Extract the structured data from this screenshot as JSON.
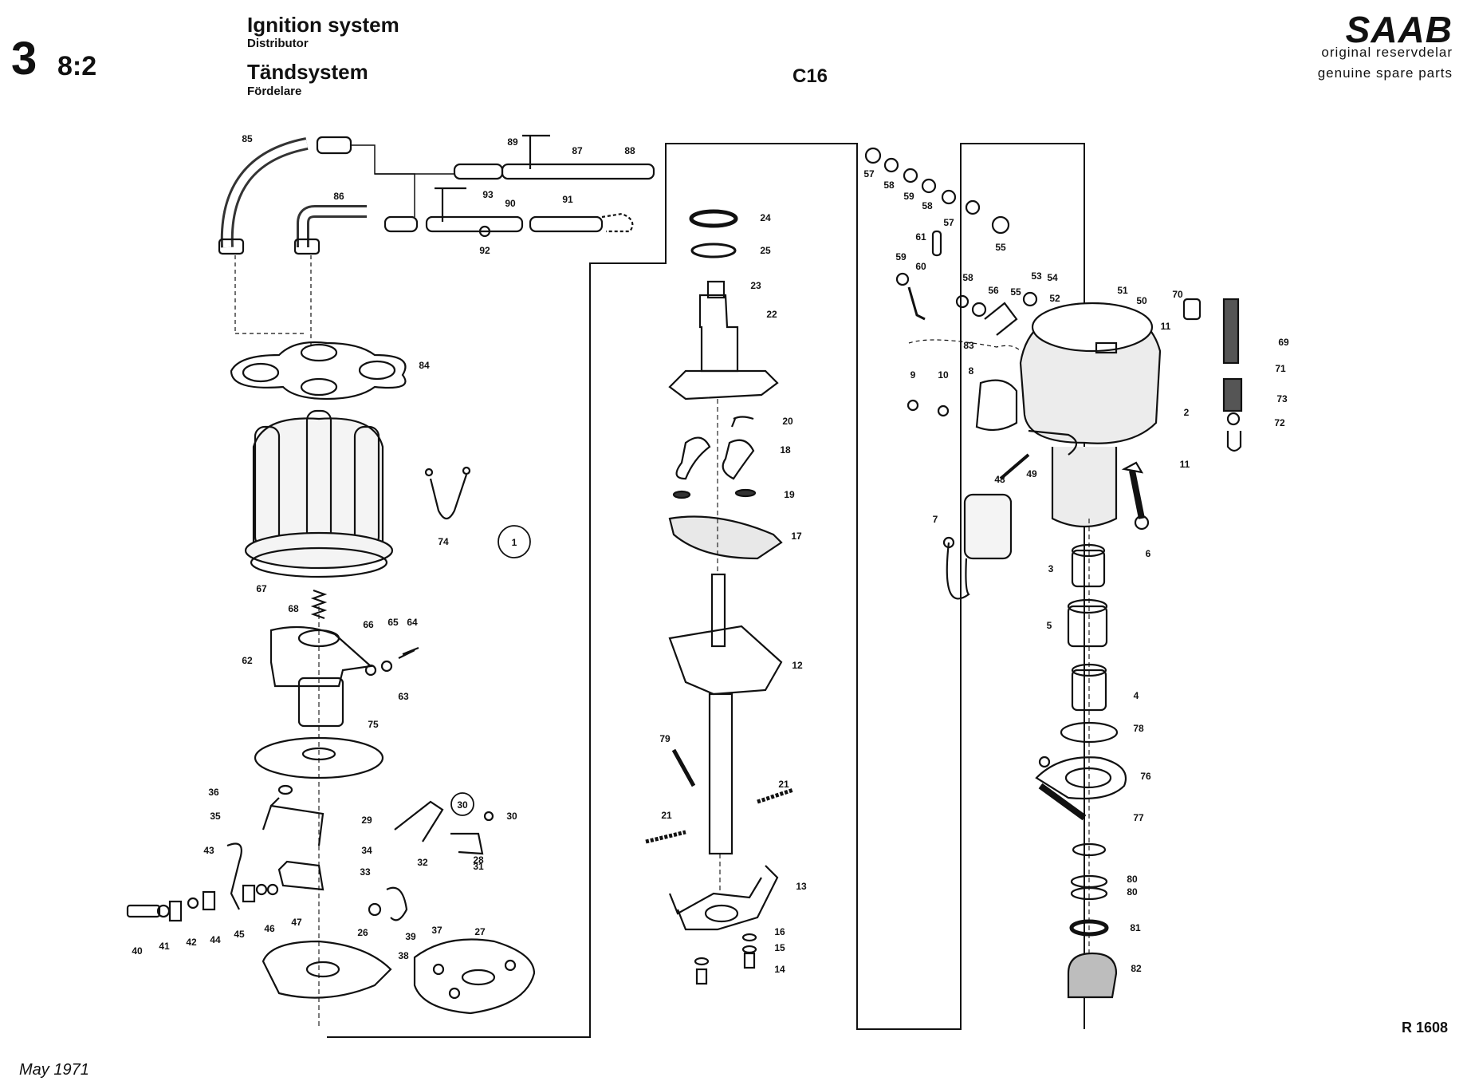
{
  "header": {
    "section_number": "3",
    "section_sub": "8:2",
    "title_en": "Ignition system",
    "subtitle_en": "Distributor",
    "title_sv": "Tändsystem",
    "subtitle_sv": "Fördelare",
    "model": "C16",
    "brand": "SAAB",
    "tagline_sv": "original reservdelar",
    "tagline_en": "genuine spare parts"
  },
  "footer": {
    "reference": "R 1608",
    "date": "May 1971"
  },
  "diagram": {
    "group_marker": "1",
    "sub_marker_30": "30",
    "part_labels": [
      "85",
      "86",
      "87",
      "88",
      "89",
      "90",
      "91",
      "92",
      "93",
      "84",
      "67",
      "74",
      "68",
      "62",
      "66",
      "65",
      "64",
      "63",
      "75",
      "36",
      "35",
      "29",
      "30",
      "34",
      "33",
      "28",
      "32",
      "31",
      "43",
      "40",
      "41",
      "42",
      "44",
      "45",
      "46",
      "47",
      "26",
      "38",
      "39",
      "37",
      "27",
      "24",
      "25",
      "23",
      "22",
      "20",
      "18",
      "19",
      "17",
      "12",
      "79",
      "21",
      "21",
      "13",
      "16",
      "15",
      "14",
      "57",
      "58",
      "59",
      "58",
      "57",
      "55",
      "61",
      "59",
      "60",
      "58",
      "56",
      "55",
      "53",
      "54",
      "52",
      "51",
      "50",
      "70",
      "11",
      "69",
      "83",
      "9",
      "10",
      "8",
      "2",
      "71",
      "73",
      "72",
      "48",
      "49",
      "11",
      "7",
      "6",
      "3",
      "5",
      "4",
      "78",
      "76",
      "77",
      "80",
      "80",
      "81",
      "82"
    ]
  }
}
